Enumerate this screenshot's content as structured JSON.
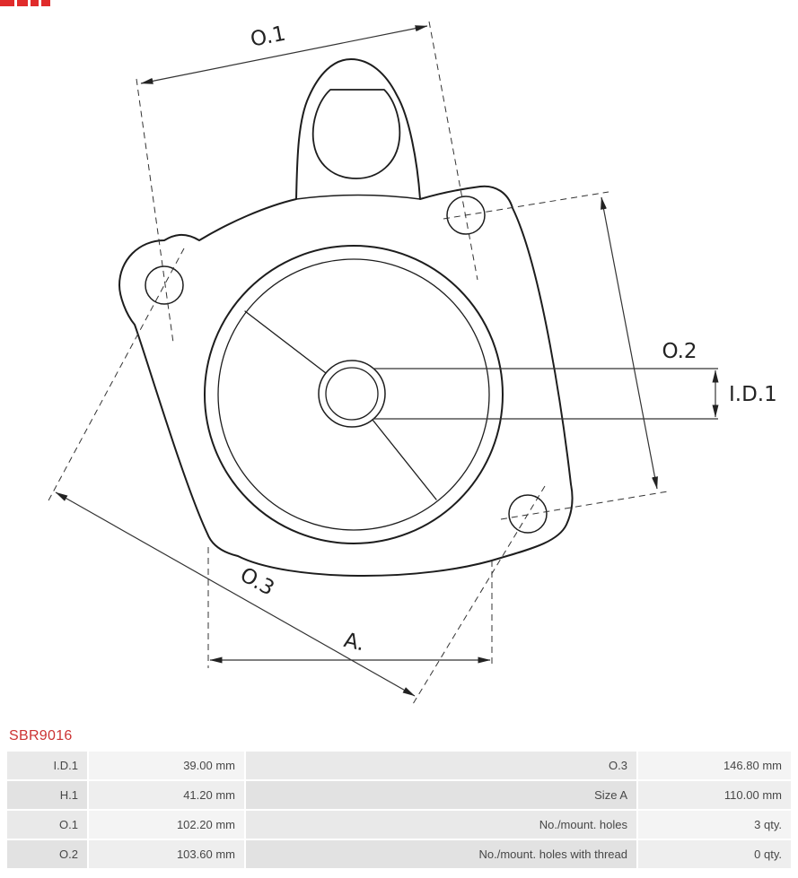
{
  "brand": {
    "logo_icon": "as-pl-logo-fragment"
  },
  "part": {
    "number": "SBR9016"
  },
  "colors": {
    "part_number": "#cc3333",
    "drawing_line": "#1d1d1d",
    "dim_line": "#333333"
  },
  "diagram": {
    "type": "starter-cover-technical-drawing",
    "dim_labels": {
      "o1": "O.1",
      "o2": "O.2",
      "o3": "O.3",
      "id1": "I.D.1",
      "a": "A."
    }
  },
  "spec_table": {
    "rows": [
      {
        "label_left": "I.D.1",
        "value_left": "39.00 mm",
        "label_right": "O.3",
        "value_right": "146.80 mm"
      },
      {
        "label_left": "H.1",
        "value_left": "41.20 mm",
        "label_right": "Size A",
        "value_right": "110.00 mm"
      },
      {
        "label_left": "O.1",
        "value_left": "102.20 mm",
        "label_right": "No./mount. holes",
        "value_right": "3 qty."
      },
      {
        "label_left": "O.2",
        "value_left": "103.60 mm",
        "label_right": "No./mount. holes with thread",
        "value_right": "0 qty."
      }
    ]
  }
}
